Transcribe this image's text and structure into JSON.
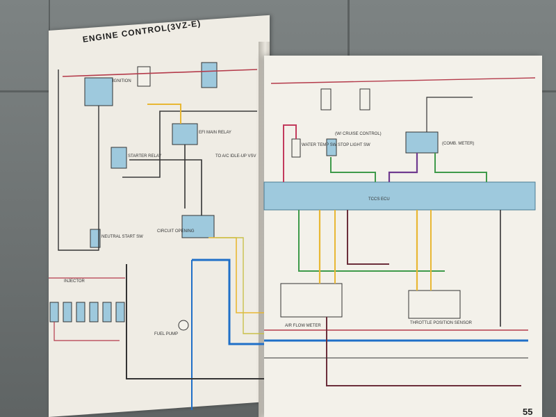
{
  "manual": {
    "section_title": "ENGINE CONTROL(3VZ-E)",
    "page_number": "55"
  },
  "labels": {
    "ignition": "IGNITION",
    "main_relay": "EFI MAIN RELAY",
    "a_c_idle_up": "TO A/C IDLE-UP VSV",
    "circuit_opening": "CIRCUIT OPENING",
    "starter_relay": "STARTER RELAY",
    "neutral_start": "NEUTRAL START SW",
    "injector": "INJECTOR",
    "fuel_pump": "FUEL PUMP",
    "water_temp": "WATER TEMP SW",
    "stop_light": "STOP LIGHT SW",
    "cruise_control": "(W/ CRUISE CONTROL)",
    "tccs_ecu": "TCCS ECU",
    "air_flow_meter": "AIR FLOW METER",
    "throttle_sensor": "THROTTLE POSITION SENSOR",
    "comb_meter": "(COMB. METER)"
  },
  "colors": {
    "ecu_bar": "#9ec9dd",
    "blue_wire": "#1f6fc8",
    "yellow_wire": "#e8b733",
    "green_wire": "#3e9a4a",
    "purple_wire": "#6f3a8f",
    "red_wire": "#b43a4a"
  }
}
